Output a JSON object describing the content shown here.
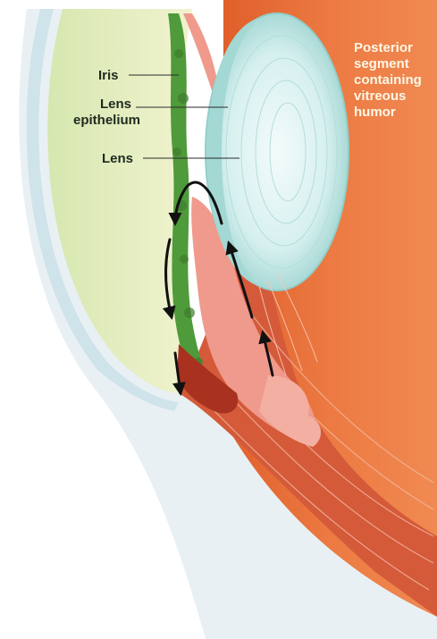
{
  "labels": {
    "iris": "Iris",
    "lens_epithelium_line1": "Lens",
    "lens_epithelium_line2": "epithelium",
    "lens": "Lens",
    "posterior_line1": "Posterior",
    "posterior_line2": "segment",
    "posterior_line3": "containing",
    "posterior_line4": "vitreous",
    "posterior_line5": "humor"
  },
  "colors": {
    "vitreous": "#e8713a",
    "anterior_chamber": "#e6edbf",
    "cornea": "#cfe3ea",
    "iris": "#4f9a3a",
    "lens": "#c9ecec",
    "ciliary_body": "#d8584a",
    "sclera": "#e9f0f4",
    "flow_arrow": "#111111"
  }
}
